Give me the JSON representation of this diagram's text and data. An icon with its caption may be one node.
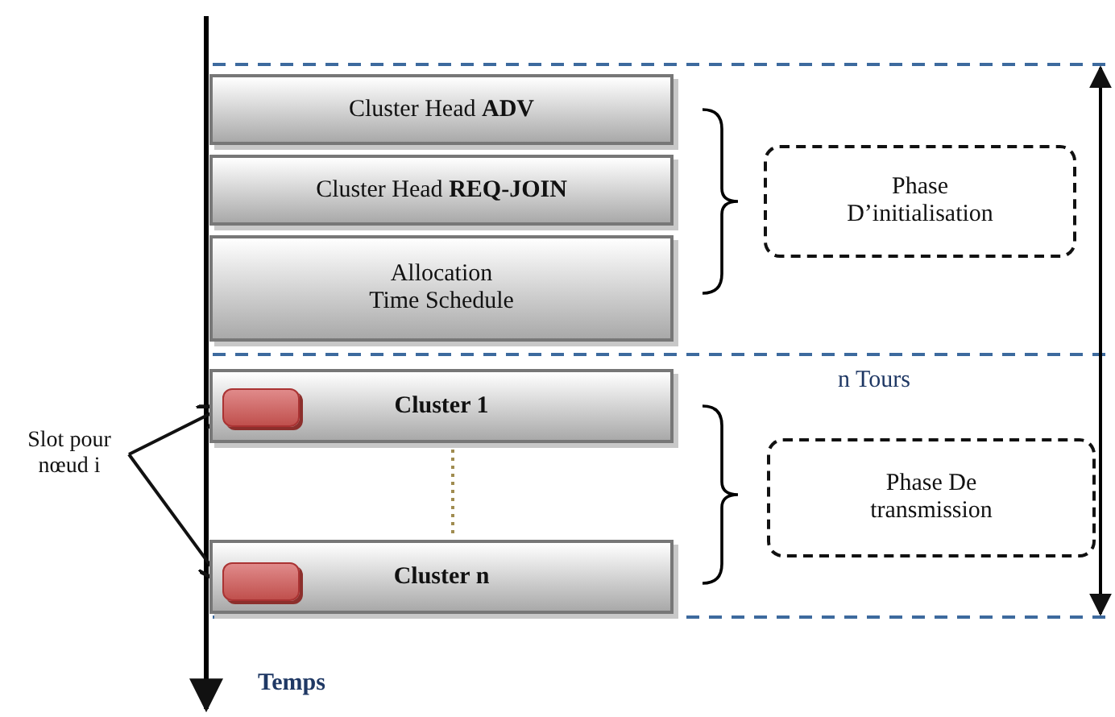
{
  "diagram": {
    "nodes": [
      {
        "text": [
          "Cluster Head **ADV**"
        ]
      },
      {
        "text": [
          "Cluster Head **REQ-JOIN**"
        ]
      },
      {
        "text": [
          "Allocation Time Schedule"
        ]
      },
      {
        "text": [
          "Cluster 1"
        ]
      },
      {
        "text": [],
        "shape": "box",
        "in": 3
      },
      {
        "text": [
          "Cluster n"
        ]
      },
      {
        "text": [],
        "shape": "box",
        "in": 5
      },
      {
        "text": [
          "Slot pour nœud i"
        ]
      },
      {
        "text": [
          "Phase D’initialisation"
        ]
      },
      {
        "text": [
          "Phase De transmission"
        ]
      }
    ],
    "edges": [
      {
        "from": 7,
        "to": 4,
        "arrow": "to"
      },
      {
        "from": 7,
        "to": 6,
        "arrow": "to"
      },
      {
        "from": 3,
        "to": 5,
        "arrow": "none",
        "style": "dashed",
        "color": "#a08c50"
      }
    ],
    "labels": [
      "n Tours",
      "Temps"
    ]
  }
}
